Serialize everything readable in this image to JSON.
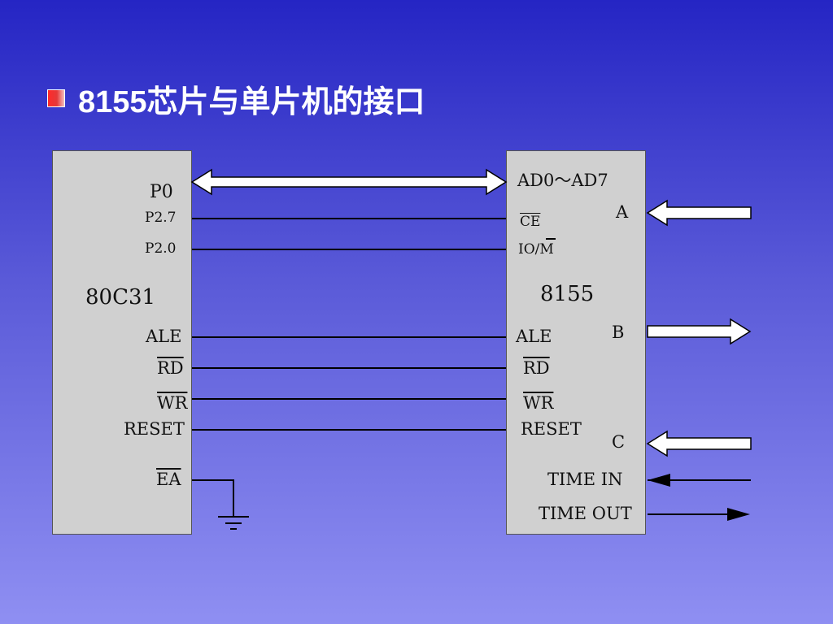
{
  "title": "8155芯片与单片机的接口",
  "left_chip": {
    "name": "80C31",
    "pins": {
      "p0": "P0",
      "p27": "P2.7",
      "p20": "P2.0",
      "ale": "ALE",
      "rd": "RD",
      "wr": "WR",
      "reset": "RESET",
      "ea": "EA"
    }
  },
  "right_chip": {
    "name": "8155",
    "pins": {
      "ad": "AD0～AD7",
      "ce": "CE",
      "iom": "IO/M",
      "ale": "ALE",
      "rd": "RD",
      "wr": "WR",
      "reset": "RESET",
      "time_in": "TIME IN",
      "time_out": "TIME OUT"
    },
    "ports": {
      "a": "A",
      "b": "B",
      "c": "C"
    }
  },
  "colors": {
    "bullet": "#e53838",
    "chip_fill": "#d0d0d0",
    "arrow_fill": "#ffffff",
    "wire": "#000000"
  },
  "icons": {
    "ground": "ground-icon",
    "bus_arrow": "double-arrow-icon"
  }
}
